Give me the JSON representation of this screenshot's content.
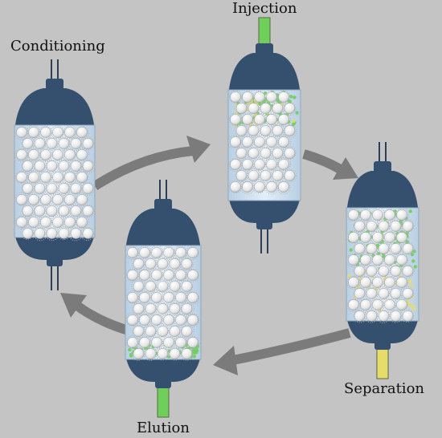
{
  "labels": {
    "injection": "Injection",
    "conditioning": "Conditioning",
    "separation": "Separation",
    "elution": "Elution"
  },
  "colors": {
    "background": "#c4c4c4",
    "column_body": "#35506f",
    "column_glass": "#cfe0ee",
    "arrow": "#7b7b7b",
    "bead": "#f2f2f2",
    "green_analyte": "#6fcf5a",
    "yellow_analyte": "#e6dc6a"
  },
  "steps": [
    {
      "name": "Conditioning",
      "analyte_zone": "none",
      "outlet_fluid": "none"
    },
    {
      "name": "Injection",
      "analyte_zone": "top",
      "inlet_fluid": "green"
    },
    {
      "name": "Separation",
      "analyte_zone": "spread",
      "outlet_fluid": "yellow"
    },
    {
      "name": "Elution",
      "analyte_zone": "bottom",
      "outlet_fluid": "green"
    }
  ]
}
